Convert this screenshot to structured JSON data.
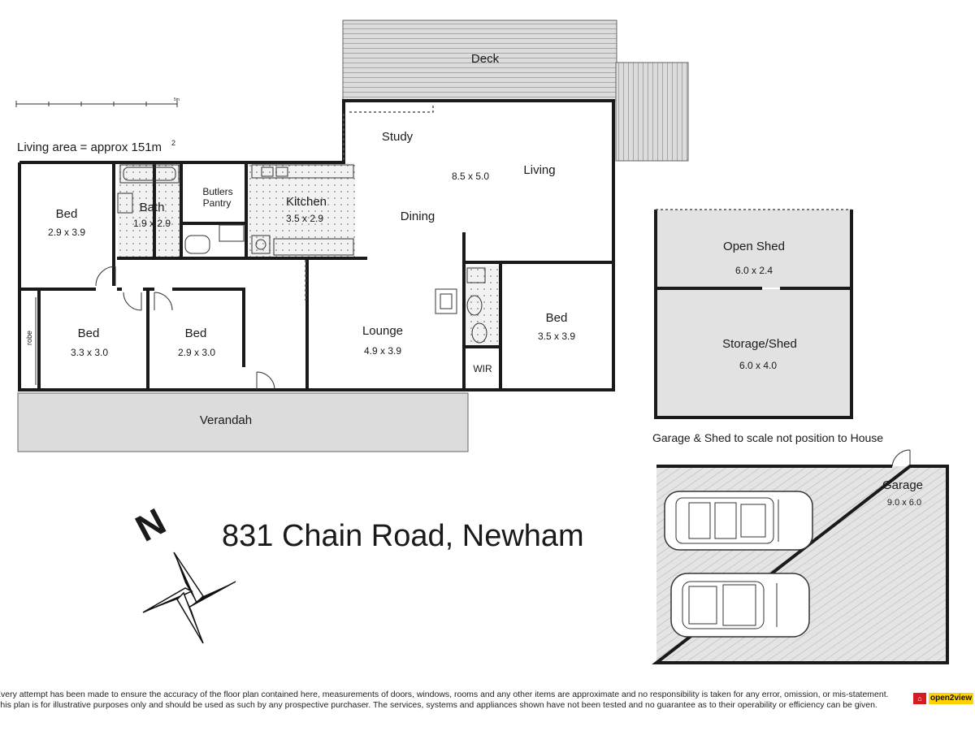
{
  "property": {
    "address": "831 Chain Road, Newham",
    "living_area": "Living area = approx 151m",
    "living_area_sup": "2",
    "scale_note": "Garage & Shed to scale not position to House",
    "compass_letter": "N",
    "scale_bar_end": "5m"
  },
  "rooms": {
    "deck": {
      "name": "Deck"
    },
    "study": {
      "name": "Study"
    },
    "living": {
      "name": "Living",
      "size": "8.5 x 5.0"
    },
    "dining": {
      "name": "Dining"
    },
    "kitchen": {
      "name": "Kitchen",
      "size": "3.5 x 2.9"
    },
    "butlers": {
      "name_line1": "Butlers",
      "name_line2": "Pantry"
    },
    "bath": {
      "name": "Bath",
      "size": "1.9 x 2.9"
    },
    "bed1": {
      "name": "Bed",
      "size": "2.9 x 3.9"
    },
    "bed2": {
      "name": "Bed",
      "size": "3.3 x 3.0"
    },
    "bed3": {
      "name": "Bed",
      "size": "2.9 x 3.0"
    },
    "robe": {
      "name": "robe"
    },
    "lounge": {
      "name": "Lounge",
      "size": "4.9 x 3.9"
    },
    "wir": {
      "name": "WIR"
    },
    "bed4": {
      "name": "Bed",
      "size": "3.5 x 3.9"
    },
    "verandah": {
      "name": "Verandah"
    },
    "open_shed": {
      "name": "Open Shed",
      "size": "6.0 x 2.4"
    },
    "storage_shed": {
      "name": "Storage/Shed",
      "size": "6.0 x 4.0"
    },
    "garage": {
      "name": "Garage",
      "size": "9.0 x 6.0"
    }
  },
  "footer": {
    "line1": "Every attempt has been made to ensure the accuracy of the floor plan contained here, measurements of doors, windows, rooms and any other items are approximate and no responsibility is taken for any error, omission, or mis-statement.",
    "line2": "This plan is for illustrative purposes only and should be used as such by any prospective purchaser. The services, systems and appliances shown have not been tested and no guarantee as to their operability or efficiency can be given.",
    "logo_text": "open2view"
  },
  "colors": {
    "wall": "#1a1a1a",
    "deck_fill": "#dcdcdc",
    "shed_fill": "#e2e2e2",
    "tile_fill": "#f2f2f2",
    "logo_red": "#d71920",
    "logo_yellow": "#ffd200"
  }
}
